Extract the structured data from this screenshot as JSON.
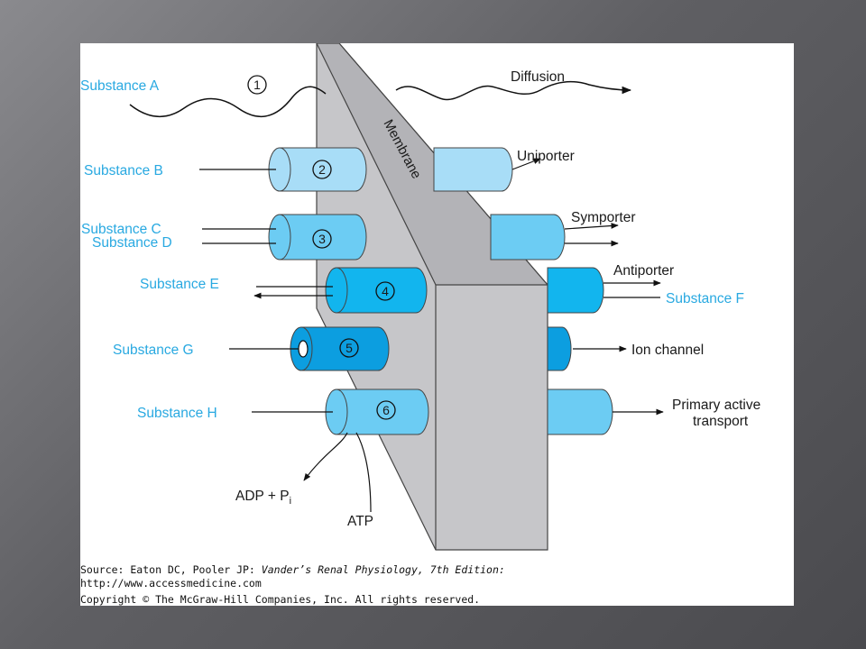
{
  "substances": {
    "a": "Substance A",
    "b": "Substance B",
    "c": "Substance C",
    "d": "Substance D",
    "e": "Substance E",
    "f": "Substance F",
    "g": "Substance G",
    "h": "Substance H"
  },
  "numbers": [
    "1",
    "2",
    "3",
    "4",
    "5",
    "6"
  ],
  "membrane_label": "Membrane",
  "transport": {
    "diffusion": "Diffusion",
    "uniporter": "Uniporter",
    "symporter": "Symporter",
    "antiporter": "Antiporter",
    "ion_channel": "Ion channel",
    "primary_line1": "Primary active",
    "primary_line2": "transport"
  },
  "atp": {
    "adp": "ADP + P",
    "adp_sub": "i",
    "atp": "ATP"
  },
  "source": {
    "line1_prefix": "Source: Eaton DC, Pooler JP: ",
    "line1_title": "Vander’s Renal Physiology, 7th Edition:",
    "line2": "http://www.accessmedicine.com",
    "line3": "Copyright © The McGraw-Hill Companies, Inc. All rights reserved."
  },
  "colors": {
    "membrane_front": "#c9c9cc",
    "membrane_top": "#b4b4b8",
    "membrane_side": "#bdbdc1",
    "label_blue": "#29a9e1",
    "cyl_light": "#a8ddf7",
    "cyl_mid": "#6cccf3",
    "cyl_bright": "#12b5ee",
    "cyl_dark": "#0c9ee0"
  }
}
